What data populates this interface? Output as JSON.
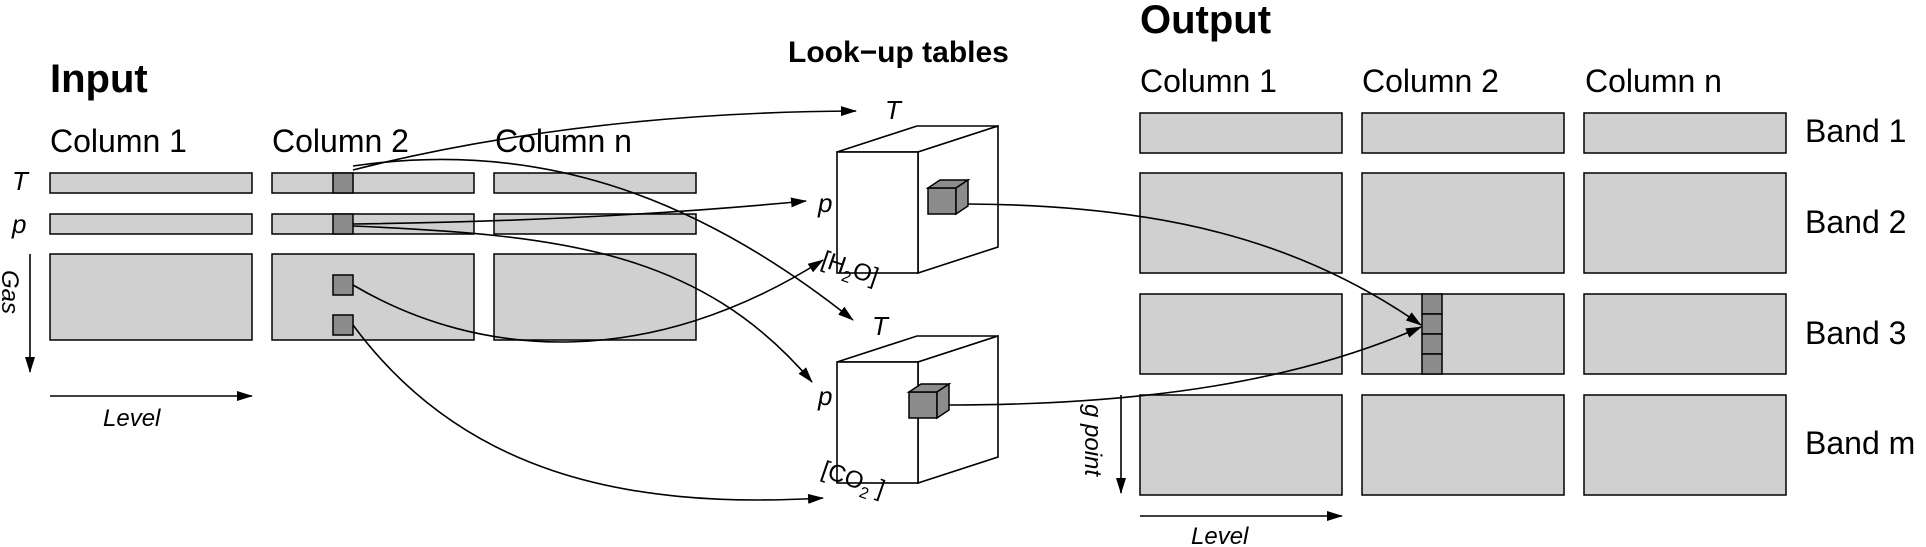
{
  "input": {
    "title": "Input",
    "columns": [
      "Column 1",
      "Column 2",
      "Column n"
    ],
    "row_T": "T",
    "row_p": "p",
    "gas_axis": "Gas",
    "level_axis": "Level"
  },
  "lookup": {
    "title": "Look−up tables",
    "h2o": {
      "T": "T",
      "p": "p",
      "gas_open": "[H",
      "gas_sub": "2",
      "gas_close": "O]"
    },
    "co2": {
      "T": "T",
      "p": "p",
      "gas_open": "[CO",
      "gas_sub": "2",
      "gas_close": " ]"
    }
  },
  "output": {
    "title": "Output",
    "columns": [
      "Column 1",
      "Column 2",
      "Column n"
    ],
    "bands": [
      "Band 1",
      "Band 2",
      "Band 3",
      "Band m"
    ],
    "gpoint_axis": "g point",
    "level_axis": "Level"
  },
  "colors": {
    "cell_fill": "#d0d0d0",
    "selected_fill": "#8c8c8c",
    "stroke": "#000000",
    "background": "#ffffff"
  }
}
